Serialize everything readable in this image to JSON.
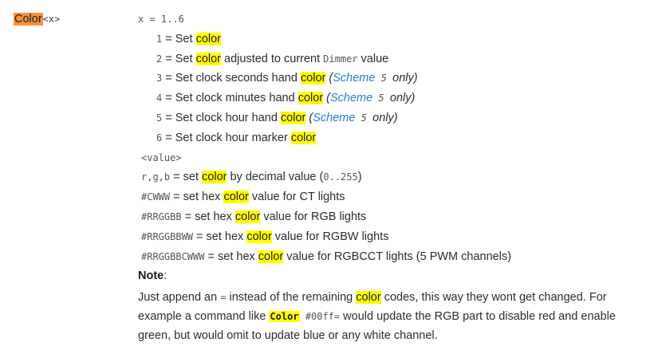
{
  "command": {
    "name": "Color",
    "arg": "<x>"
  },
  "x_range": "x = 1..6",
  "options": [
    {
      "num": "1",
      "pre": " = Set ",
      "kw": "color",
      "post": ""
    },
    {
      "num": "2",
      "pre": " = Set ",
      "kw": "color",
      "post": " adjusted to current ",
      "code": "Dimmer",
      "post2": " value"
    },
    {
      "num": "3",
      "pre": " = Set clock seconds hand ",
      "kw": "color",
      "paren_open": " (",
      "link": "Scheme",
      "code": " 5 ",
      "paren_close": "only)"
    },
    {
      "num": "4",
      "pre": " = Set clock minutes hand ",
      "kw": "color",
      "paren_open": " (",
      "link": "Scheme",
      "code": " 5 ",
      "paren_close": "only)"
    },
    {
      "num": "5",
      "pre": " = Set clock hour hand ",
      "kw": "color",
      "paren_open": " (",
      "link": "Scheme",
      "code": " 5 ",
      "paren_close": "only)"
    },
    {
      "num": "6",
      "pre": " = Set clock hour marker ",
      "kw": "color",
      "post": ""
    }
  ],
  "value_label": "<value>",
  "values": [
    {
      "code": "r,g,b",
      "pre": " = set ",
      "kw": "color",
      "post": " by decimal value (",
      "code2": "0..255",
      "post2": ")"
    },
    {
      "code": "#CWWW",
      "pre": " = set hex ",
      "kw": "color",
      "post": " value for CT lights"
    },
    {
      "code": "#RRGGBB",
      "pre": " = set hex ",
      "kw": "color",
      "post": " value for RGB lights"
    },
    {
      "code": "#RRGGBBWW",
      "pre": " = set hex ",
      "kw": "color",
      "post": " value for RGBW lights"
    },
    {
      "code": "#RRGGBBCWWW",
      "pre": " = set hex ",
      "kw": "color",
      "post": " value for RGBCCT lights (5 PWM channels)"
    }
  ],
  "note": {
    "title": "Note",
    "colon": ":",
    "p1": "Just append an ",
    "eq": "=",
    "p2": " instead of the remaining ",
    "kw": "color",
    "p3": " codes, this way they wont get changed. For example a command like ",
    "cmd": "Color",
    "cmd_arg": " #00ff=",
    "p4": " would update the RGB part to disable red and enable green, but would omit to update blue or any white channel."
  },
  "colors": {
    "command_highlight": "#f7923a",
    "keyword_highlight": "#ffff00",
    "link": "#2b7bd6",
    "text": "#2d2d2d"
  }
}
